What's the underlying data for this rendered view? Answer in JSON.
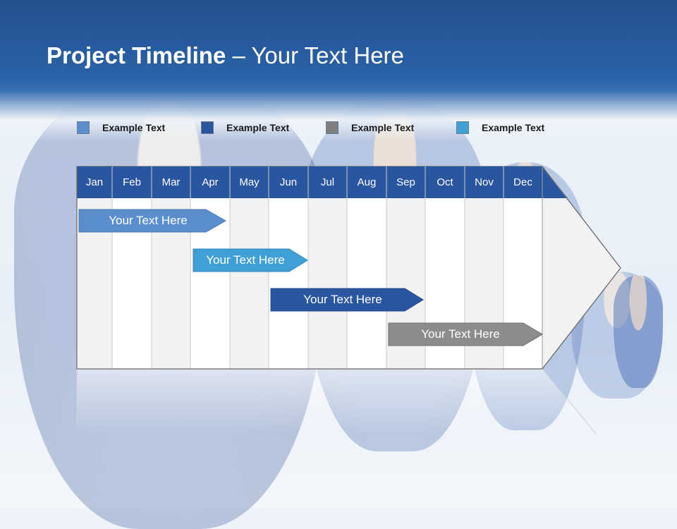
{
  "slide": {
    "title_bold": "Project Timeline",
    "title_rest": " – Your Text Here"
  },
  "legend": [
    {
      "label": "Example Text",
      "color": "#5b8ecc"
    },
    {
      "label": "Example Text",
      "color": "#2a56a0"
    },
    {
      "label": "Example Text",
      "color": "#7f7f7f"
    },
    {
      "label": "Example Text",
      "color": "#3fa0d6"
    }
  ],
  "months": [
    "Jan",
    "Feb",
    "Mar",
    "Apr",
    "May",
    "Jun",
    "Jul",
    "Aug",
    "Sep",
    "Oct",
    "Nov",
    "Dec"
  ],
  "tasks": [
    {
      "label": "Your  Text Here",
      "color": "#5b8ecc"
    },
    {
      "label": "Your  Text Here",
      "color": "#3fa0d6"
    },
    {
      "label": "Your  Text Here",
      "color": "#2a56a0"
    },
    {
      "label": "Your  Text Here",
      "color": "#8c8c8c"
    }
  ],
  "colors": {
    "header": "#2b62a8",
    "month_bar": "#2a56a0",
    "grid_light": "#f2f2f2",
    "grid_white": "#ffffff",
    "grid_line": "#c9c9c9"
  }
}
